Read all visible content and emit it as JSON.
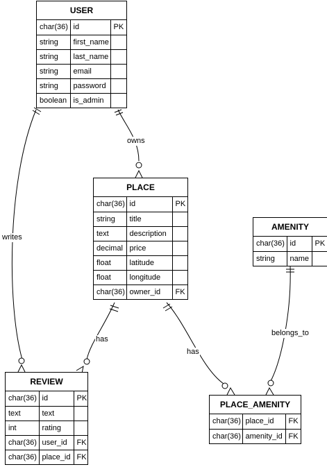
{
  "entities": {
    "user": {
      "title": "USER",
      "rows": [
        {
          "type": "char(36)",
          "name": "id",
          "key": "PK"
        },
        {
          "type": "string",
          "name": "first_name",
          "key": ""
        },
        {
          "type": "string",
          "name": "last_name",
          "key": ""
        },
        {
          "type": "string",
          "name": "email",
          "key": ""
        },
        {
          "type": "string",
          "name": "password",
          "key": ""
        },
        {
          "type": "boolean",
          "name": "is_admin",
          "key": ""
        }
      ]
    },
    "place": {
      "title": "PLACE",
      "rows": [
        {
          "type": "char(36)",
          "name": "id",
          "key": "PK"
        },
        {
          "type": "string",
          "name": "title",
          "key": ""
        },
        {
          "type": "text",
          "name": "description",
          "key": ""
        },
        {
          "type": "decimal",
          "name": "price",
          "key": ""
        },
        {
          "type": "float",
          "name": "latitude",
          "key": ""
        },
        {
          "type": "float",
          "name": "longitude",
          "key": ""
        },
        {
          "type": "char(36)",
          "name": "owner_id",
          "key": "FK"
        }
      ]
    },
    "amenity": {
      "title": "AMENITY",
      "rows": [
        {
          "type": "char(36)",
          "name": "id",
          "key": "PK"
        },
        {
          "type": "string",
          "name": "name",
          "key": ""
        }
      ]
    },
    "review": {
      "title": "REVIEW",
      "rows": [
        {
          "type": "char(36)",
          "name": "id",
          "key": "PK"
        },
        {
          "type": "text",
          "name": "text",
          "key": ""
        },
        {
          "type": "int",
          "name": "rating",
          "key": ""
        },
        {
          "type": "char(36)",
          "name": "user_id",
          "key": "FK"
        },
        {
          "type": "char(36)",
          "name": "place_id",
          "key": "FK"
        }
      ]
    },
    "place_amenity": {
      "title": "PLACE_AMENITY",
      "rows": [
        {
          "type": "char(36)",
          "name": "place_id",
          "key": "FK"
        },
        {
          "type": "char(36)",
          "name": "amenity_id",
          "key": "FK"
        }
      ]
    }
  },
  "relationships": {
    "owns": "owns",
    "writes": "writes",
    "place_review": "has",
    "place_place_amenity": "has",
    "belongs_to": "belongs_to"
  }
}
